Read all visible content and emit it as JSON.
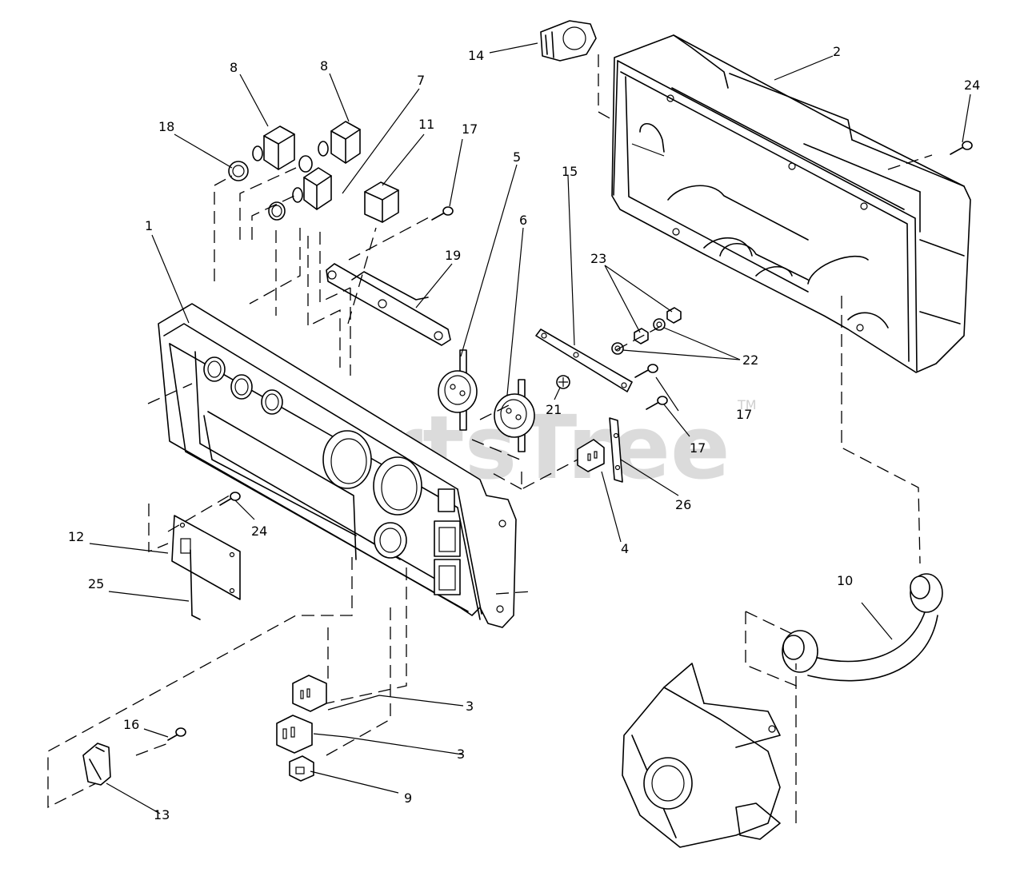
{
  "watermark": {
    "text": "PartsTree",
    "tm": "TM"
  },
  "callouts": {
    "c1": "1",
    "c2": "2",
    "c3a": "3",
    "c3b": "3",
    "c4": "4",
    "c5": "5",
    "c6": "6",
    "c7": "7",
    "c8a": "8",
    "c8b": "8",
    "c9": "9",
    "c10": "10",
    "c11": "11",
    "c12": "12",
    "c13": "13",
    "c14": "14",
    "c15": "15",
    "c16": "16",
    "c17a": "17",
    "c17b": "17",
    "c17c": "17",
    "c18": "18",
    "c19": "19",
    "c21": "21",
    "c22": "22",
    "c23": "23",
    "c24a": "24",
    "c24b": "24",
    "c25": "25",
    "c26": "26"
  }
}
